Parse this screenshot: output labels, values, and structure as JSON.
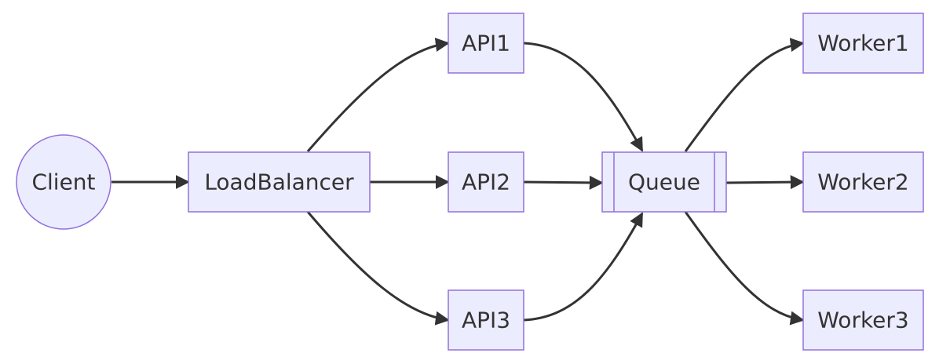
{
  "diagram": {
    "type": "flowchart",
    "colors": {
      "node_fill": "#ECECFF",
      "node_stroke": "#9370DB",
      "edge": "#333333",
      "text": "#333333"
    },
    "nodes": {
      "client": {
        "label": "Client",
        "shape": "circle"
      },
      "loadbalancer": {
        "label": "LoadBalancer",
        "shape": "rect"
      },
      "api1": {
        "label": "API1",
        "shape": "rect"
      },
      "api2": {
        "label": "API2",
        "shape": "rect"
      },
      "api3": {
        "label": "API3",
        "shape": "rect"
      },
      "queue": {
        "label": "Queue",
        "shape": "subroutine"
      },
      "worker1": {
        "label": "Worker1",
        "shape": "rect"
      },
      "worker2": {
        "label": "Worker2",
        "shape": "rect"
      },
      "worker3": {
        "label": "Worker3",
        "shape": "rect"
      }
    },
    "edges": [
      {
        "from": "client",
        "to": "loadbalancer"
      },
      {
        "from": "loadbalancer",
        "to": "api1"
      },
      {
        "from": "loadbalancer",
        "to": "api2"
      },
      {
        "from": "loadbalancer",
        "to": "api3"
      },
      {
        "from": "api1",
        "to": "queue"
      },
      {
        "from": "api2",
        "to": "queue"
      },
      {
        "from": "api3",
        "to": "queue"
      },
      {
        "from": "queue",
        "to": "worker1"
      },
      {
        "from": "queue",
        "to": "worker2"
      },
      {
        "from": "queue",
        "to": "worker3"
      }
    ]
  }
}
